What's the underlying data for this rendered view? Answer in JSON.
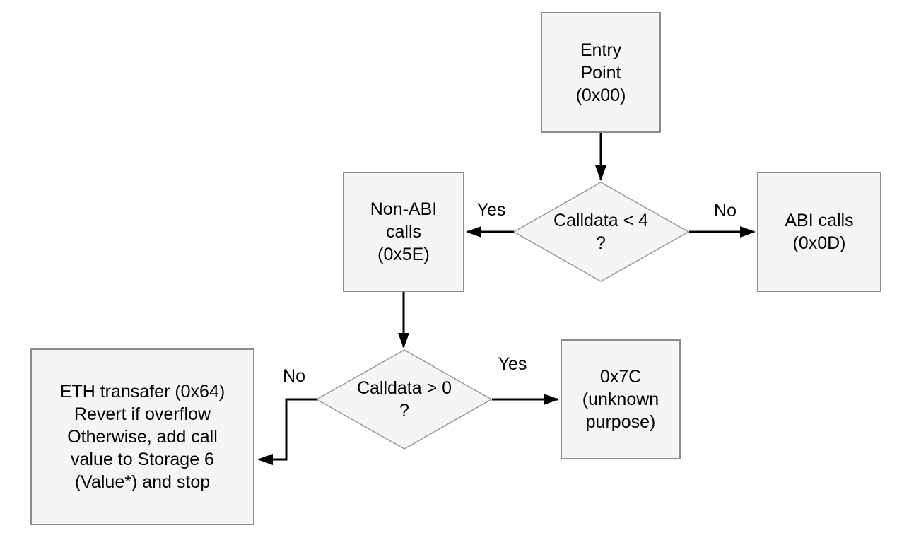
{
  "diagram": {
    "title": "contract-control-flow",
    "colors": {
      "bg": "#ffffff",
      "node_fill": "#f5f5f5",
      "node_border": "#8c8c8c",
      "diamond_border": "#999999",
      "arrow_color": "#000000",
      "text_color": "#000000"
    },
    "nodes": {
      "entry": {
        "label": "Entry\nPoint\n(0x00)"
      },
      "non_abi": {
        "label": "Non-ABI\ncalls\n(0x5E)"
      },
      "abi": {
        "label": "ABI calls\n(0x0D)"
      },
      "unknown": {
        "label": "0x7C\n(unknown\npurpose)"
      },
      "eth": {
        "label": "ETH transafer (0x64)\nRevert if overflow\nOtherwise, add call\nvalue to Storage 6\n(Value*) and stop"
      }
    },
    "decisions": {
      "calldata_lt_4": {
        "label": "Calldata < 4\n?"
      },
      "calldata_gt_0": {
        "label": "Calldata > 0\n?"
      }
    },
    "edge_labels": {
      "lt4_yes": "Yes",
      "lt4_no": "No",
      "gt0_yes": "Yes",
      "gt0_no": "No"
    }
  }
}
